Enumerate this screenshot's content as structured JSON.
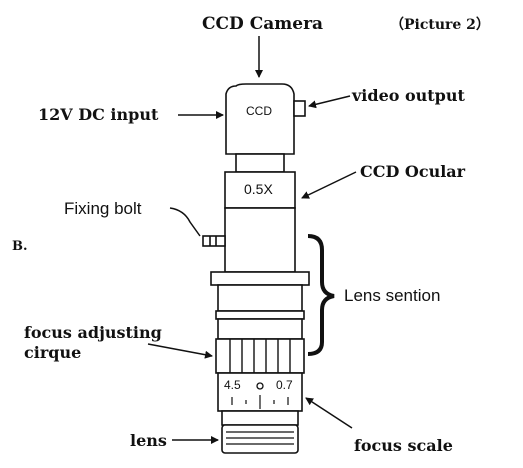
{
  "labels": {
    "ccd_camera": "CCD Camera",
    "picture": "（Picture 2）",
    "video_output": "video output",
    "dc_input": "12V DC input",
    "ccd_ocular": "CCD Ocular",
    "fixing_bolt": "Fixing bolt",
    "section_letter": "B.",
    "lens_section": "Lens sention",
    "focus_adjusting_line1": "focus adjusting",
    "focus_adjusting_line2": "cirque",
    "lens": "lens",
    "focus_scale": "focus scale"
  },
  "device": {
    "camera_text": "CCD",
    "ocular_text": "0.5X",
    "scale_left": "4.5",
    "scale_right": "0.7"
  }
}
